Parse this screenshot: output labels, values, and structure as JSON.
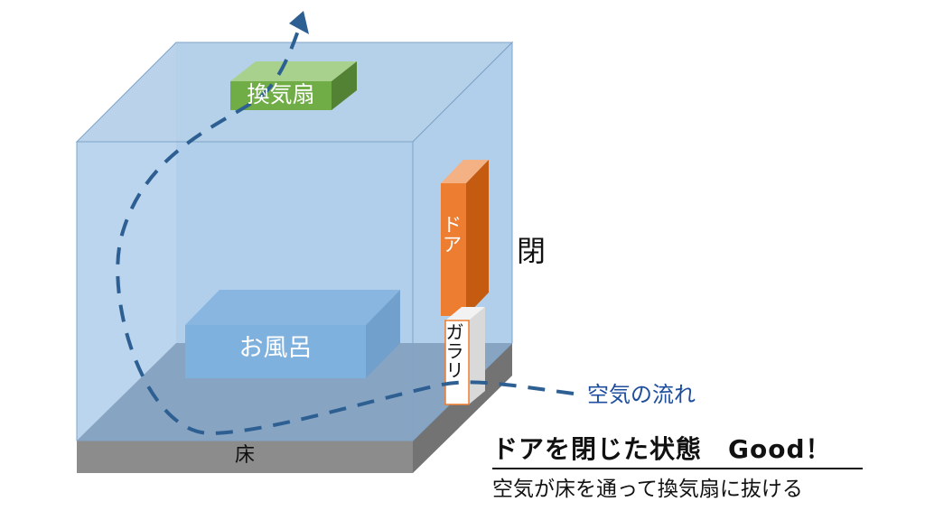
{
  "labels": {
    "fan": "換気扇",
    "bath": "お風呂",
    "floor": "床",
    "door_chars": [
      "ド",
      "ア"
    ],
    "louver_chars": [
      "ガ",
      "ラ",
      "リ"
    ],
    "door_state": "閉",
    "airflow": "空気の流れ"
  },
  "caption": {
    "title": "ドアを閉じた状態　Good！",
    "description": "空気が床を通って換気扇に抜ける"
  },
  "colors": {
    "room": "#9dc3e6",
    "floor": "#8c8c8c",
    "fan": "#70ad47",
    "bath": "#5b9bd5",
    "door": "#ed7d31",
    "louver": "#d9d9d9",
    "airflow_line": "#2e5f93",
    "airflow_text": "#1f4e9c"
  }
}
